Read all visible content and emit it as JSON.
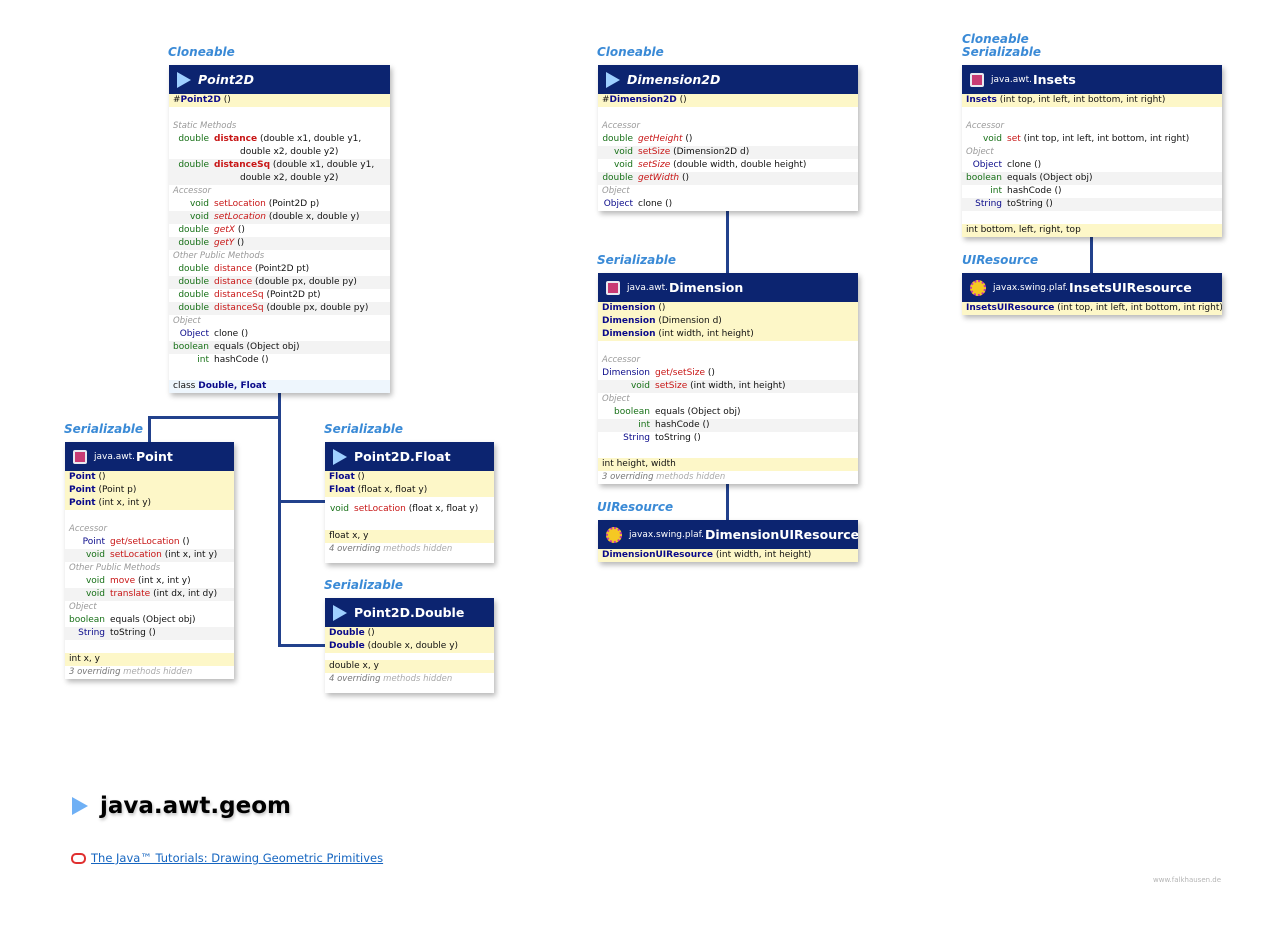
{
  "ifaces": {
    "p2d": "Cloneable",
    "d2d": "Cloneable",
    "ins1": "Cloneable",
    "ins2": "Serializable",
    "dim": "Serializable",
    "insui": "UIResource",
    "pt": "Serializable",
    "pf": "Serializable",
    "pd": "Serializable",
    "dimui": "UIResource"
  },
  "point2d": {
    "name": "Point2D",
    "ctor_hash": "#",
    "ctor": "Point2D",
    "ctor_args": "()",
    "static_label": "Static Methods",
    "s1_type": "double",
    "s1_name": "distance",
    "s1_args": "(double x1, double y1,",
    "s1_cont": "double x2, double y2)",
    "s2_type": "double",
    "s2_name": "distanceSq",
    "s2_args": "(double x1, double y1,",
    "s2_cont": "double x2, double y2)",
    "accessor_label": "Accessor",
    "a1_type": "void",
    "a1_name": "setLocation",
    "a1_args": "(Point2D p)",
    "a2_type": "void",
    "a2_name": "setLocation",
    "a2_args": "(double x, double y)",
    "a3_type": "double",
    "a3_name": "getX",
    "a3_args": "()",
    "a4_type": "double",
    "a4_name": "getY",
    "a4_args": "()",
    "other_label": "Other Public Methods",
    "o1_type": "double",
    "o1_name": "distance",
    "o1_args": "(Point2D pt)",
    "o2_type": "double",
    "o2_name": "distance",
    "o2_args": "(double px, double py)",
    "o3_type": "double",
    "o3_name": "distanceSq",
    "o3_args": "(Point2D pt)",
    "o4_type": "double",
    "o4_name": "distanceSq",
    "o4_args": "(double px, double py)",
    "object_label": "Object",
    "j1_type": "Object",
    "j1_name": "clone",
    "j1_args": "()",
    "j2_type": "boolean",
    "j2_name": "equals",
    "j2_args": "(Object obj)",
    "j3_type": "int",
    "j3_name": "hashCode",
    "j3_args": "()",
    "class_kw": "class",
    "class_names": "Double, Float"
  },
  "dimension2d": {
    "name": "Dimension2D",
    "ctor_hash": "#",
    "ctor": "Dimension2D",
    "ctor_args": "()",
    "accessor_label": "Accessor",
    "a1_type": "double",
    "a1_name": "getHeight",
    "a1_args": "()",
    "a2_type": "void",
    "a2_name": "setSize",
    "a2_args": "(Dimension2D d)",
    "a3_type": "void",
    "a3_name": "setSize",
    "a3_args": "(double width, double height)",
    "a4_type": "double",
    "a4_name": "getWidth",
    "a4_args": "()",
    "object_label": "Object",
    "j1_type": "Object",
    "j1_name": "clone",
    "j1_args": "()"
  },
  "insets": {
    "pkg": "java.awt.",
    "name": "Insets",
    "ctor": "Insets",
    "ctor_args": "(int top, int left, int bottom, int right)",
    "accessor_label": "Accessor",
    "a1_type": "void",
    "a1_name": "set",
    "a1_args": "(int top, int left, int bottom, int right)",
    "object_label": "Object",
    "j1_type": "Object",
    "j1_name": "clone",
    "j1_args": "()",
    "j2_type": "boolean",
    "j2_name": "equals",
    "j2_args": "(Object obj)",
    "j3_type": "int",
    "j3_name": "hashCode",
    "j3_args": "()",
    "j4_type": "String",
    "j4_name": "toString",
    "j4_args": "()",
    "fields": "int bottom, left, right, top"
  },
  "insetsui": {
    "pkg": "javax.swing.plaf.",
    "name": "InsetsUIResource",
    "ctor": "InsetsUIResource",
    "ctor_args": "(int top, int left, int bottom, int right)"
  },
  "dimension": {
    "pkg": "java.awt.",
    "name": "Dimension",
    "c1": "Dimension",
    "c1_args": "()",
    "c2": "Dimension",
    "c2_args": "(Dimension d)",
    "c3": "Dimension",
    "c3_args": "(int width, int height)",
    "accessor_label": "Accessor",
    "a1_type": "Dimension",
    "a1_name": "get/setSize",
    "a1_args": "()",
    "a2_type": "void",
    "a2_name": "setSize",
    "a2_args": "(int width, int height)",
    "object_label": "Object",
    "j1_type": "boolean",
    "j1_name": "equals",
    "j1_args": "(Object obj)",
    "j2_type": "int",
    "j2_name": "hashCode",
    "j2_args": "()",
    "j3_type": "String",
    "j3_name": "toString",
    "j3_args": "()",
    "fields": "int height, width",
    "hidden_count": "3 overriding",
    "hidden_text": "methods hidden"
  },
  "dimensionui": {
    "pkg": "javax.swing.plaf.",
    "name": "DimensionUIResource",
    "ctor": "DimensionUIResource",
    "ctor_args": "(int width, int height)"
  },
  "point": {
    "pkg": "java.awt.",
    "name": "Point",
    "c1": "Point",
    "c1_args": "()",
    "c2": "Point",
    "c2_args": "(Point p)",
    "c3": "Point",
    "c3_args": "(int x, int y)",
    "accessor_label": "Accessor",
    "a1_type": "Point",
    "a1_name": "get/setLocation",
    "a1_args": "()",
    "a2_type": "void",
    "a2_name": "setLocation",
    "a2_args": "(int x, int y)",
    "other_label": "Other Public Methods",
    "o1_type": "void",
    "o1_name": "move",
    "o1_args": "(int x, int y)",
    "o2_type": "void",
    "o2_name": "translate",
    "o2_args": "(int dx, int dy)",
    "object_label": "Object",
    "j1_type": "boolean",
    "j1_name": "equals",
    "j1_args": "(Object obj)",
    "j2_type": "String",
    "j2_name": "toString",
    "j2_args": "()",
    "fields": "int x, y",
    "hidden_count": "3 overriding",
    "hidden_text": "methods hidden"
  },
  "pfloat": {
    "name": "Point2D.Float",
    "c1": "Float",
    "c1_args": "()",
    "c2": "Float",
    "c2_args": "(float x, float y)",
    "m1_type": "void",
    "m1_name": "setLocation",
    "m1_args": "(float x, float y)",
    "fields": "float x, y",
    "hidden_count": "4 overriding",
    "hidden_text": "methods hidden"
  },
  "pdouble": {
    "name": "Point2D.Double",
    "c1": "Double",
    "c1_args": "()",
    "c2": "Double",
    "c2_args": "(double x, double y)",
    "fields": "double x, y",
    "hidden_count": "4 overriding",
    "hidden_text": "methods hidden"
  },
  "page": {
    "title": "java.awt.geom",
    "link": "The Java™ Tutorials: Drawing Geometric Primitives",
    "credit": "www.falkhausen.de"
  },
  "colors": {
    "header": "#0c2470",
    "interface": "#3a8ad6",
    "connector": "#22418c",
    "constructor_bg": "#fdf7c8"
  }
}
